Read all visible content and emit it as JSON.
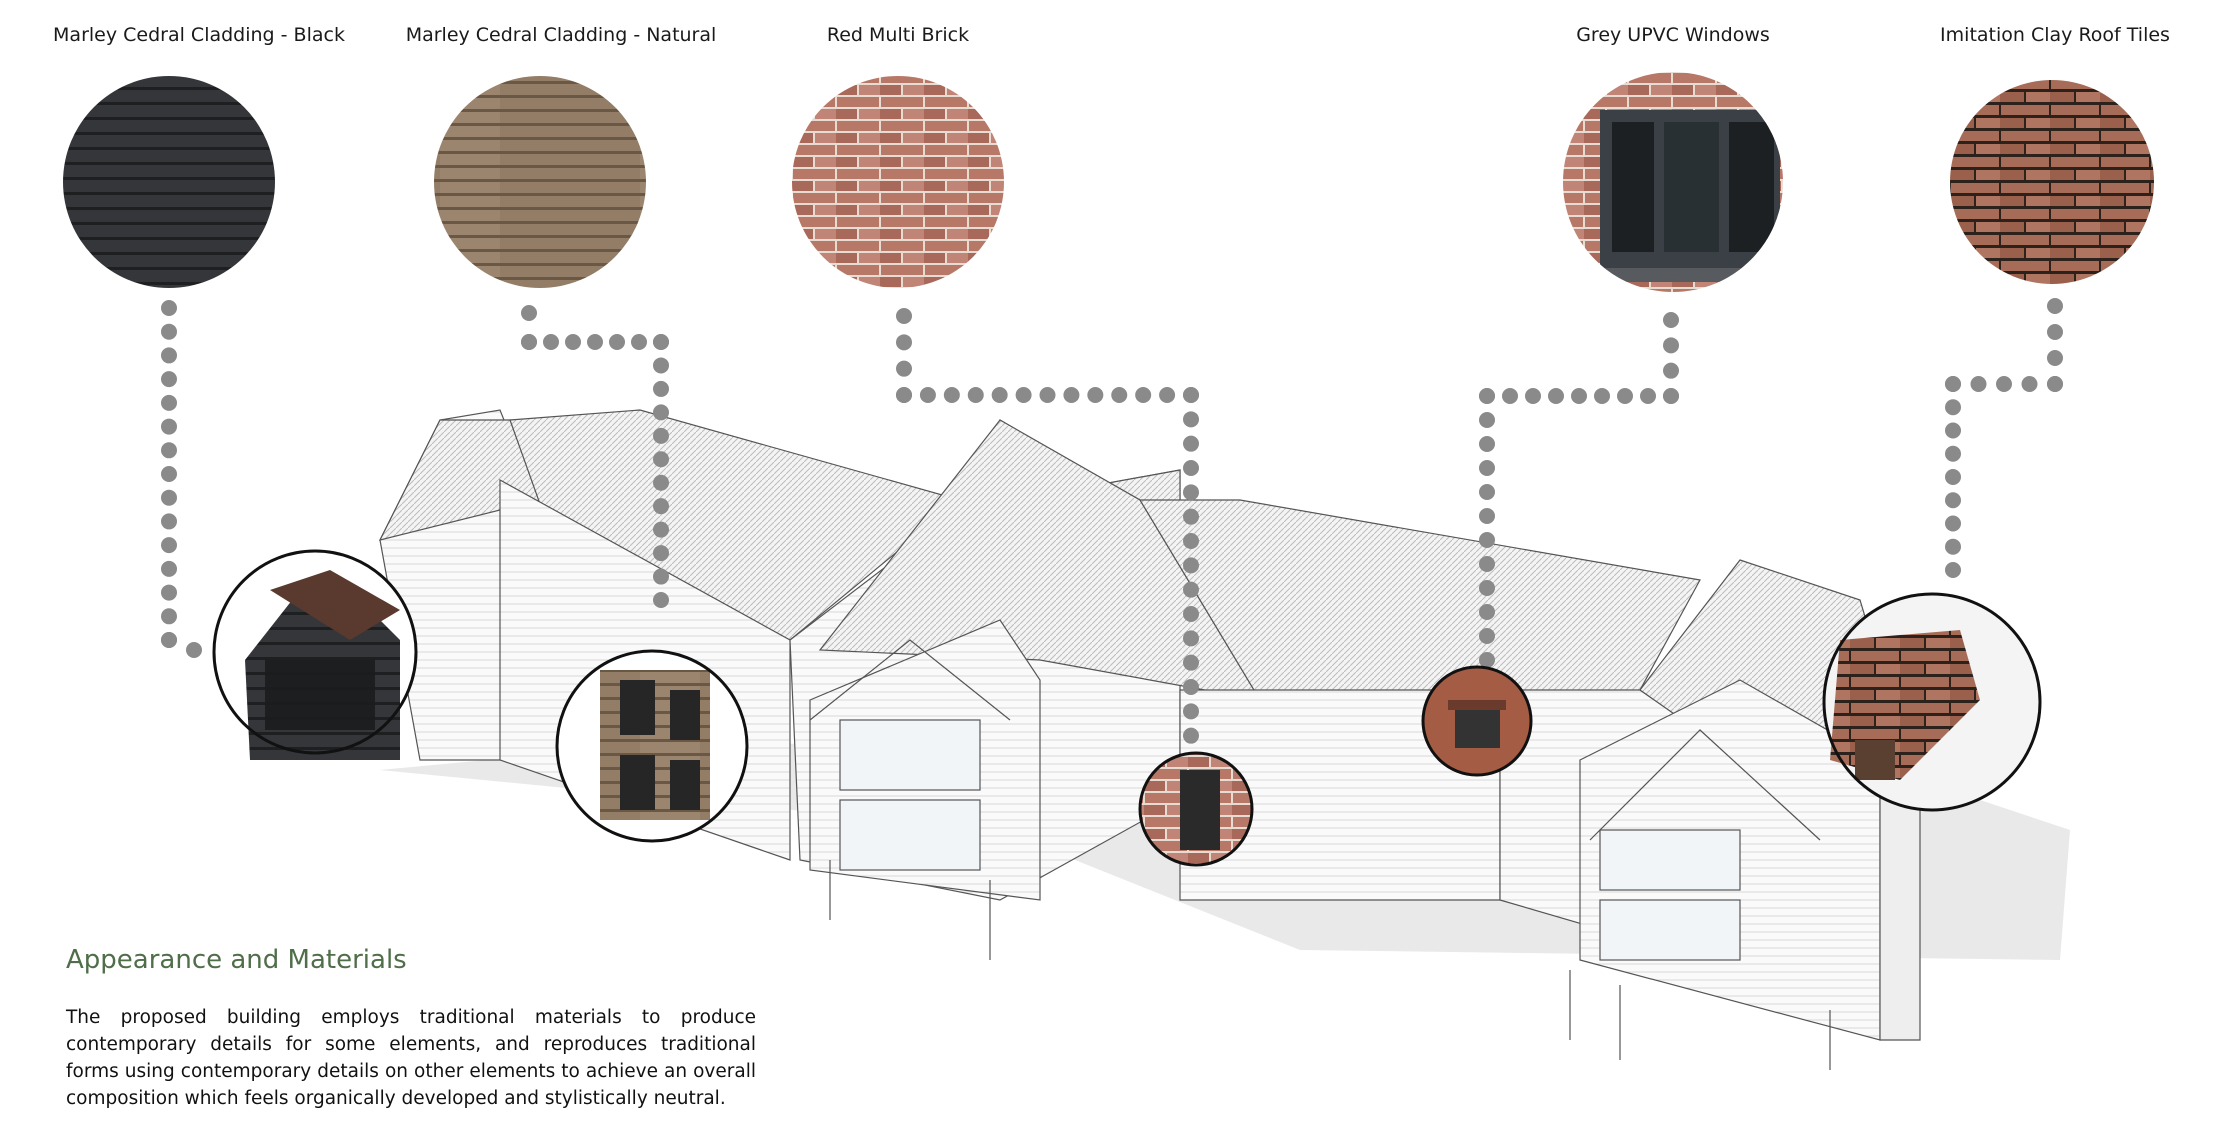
{
  "materials": [
    {
      "label": "Marley Cedral Cladding - Black",
      "swatch": "#2f3032",
      "line": "#202123"
    },
    {
      "label": "Marley Cedral Cladding - Natural",
      "swatch": "#8e7862",
      "line": "#6c5a48"
    },
    {
      "label": "Red Multi Brick",
      "swatch": "#b57767",
      "line": "#e6d6cc"
    },
    {
      "label": "Grey UPVC Windows",
      "swatch": "#a55c45",
      "line": "#3b4046"
    },
    {
      "label": "Imitation Clay Roof Tiles",
      "swatch": "#a46a55",
      "line": "#2d211b"
    }
  ],
  "section": {
    "title": "Appearance and Materials",
    "body": "The proposed building employs traditional materials to produce contemporary details for some elements, and reproduces traditional forms using contemporary details on other elements to achieve an overall composition which feels organically developed and stylistically neutral."
  },
  "colors": {
    "heading": "#4f6e49",
    "connector": "#8a8a8a"
  }
}
